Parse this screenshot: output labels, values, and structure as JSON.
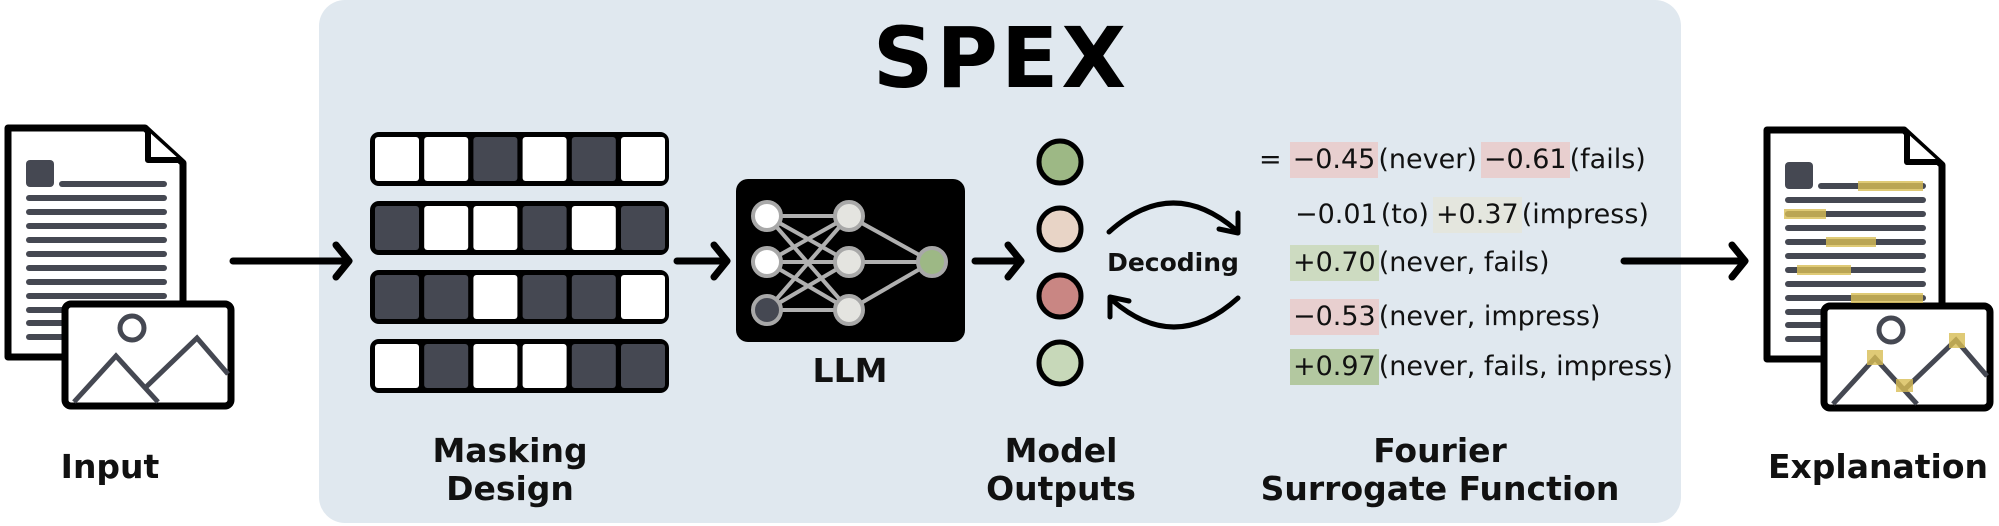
{
  "title": "SPEX",
  "labels": {
    "input": "Input",
    "masking_line1": "Masking",
    "masking_line2": "Design",
    "llm": "LLM",
    "outputs_line1": "Model",
    "outputs_line2": "Outputs",
    "fourier_line1": "Fourier",
    "fourier_line2": "Surrogate Function",
    "explanation": "Explanation",
    "decoding": "Decoding"
  },
  "colors": {
    "panel": "#e0e8ef",
    "mask_dark": "#454852",
    "highlight_neg": "#e8cfcf",
    "highlight_pos": "#cddbc1",
    "highlight_pos_strong": "#b3c8a0",
    "highlight_neutral": "#e4e6de",
    "explain_highlight": "#d8bd55"
  },
  "masks": [
    [
      1,
      1,
      0,
      1,
      0,
      1
    ],
    [
      0,
      1,
      1,
      0,
      1,
      0
    ],
    [
      0,
      0,
      1,
      0,
      0,
      1
    ],
    [
      1,
      0,
      1,
      1,
      0,
      0
    ]
  ],
  "model_outputs": [
    "#9db885",
    "#e8d4c6",
    "#c98683",
    "#c7d8b9"
  ],
  "formula": {
    "equals": "=",
    "rows": [
      {
        "terms": [
          {
            "coef": "−0.45",
            "vars": "(never)",
            "hl": "highlight_neg"
          },
          {
            "coef": "−0.61",
            "vars": "(fails)",
            "hl": "highlight_neg"
          }
        ]
      },
      {
        "terms": [
          {
            "coef": "−0.01",
            "vars": "(to)",
            "hl": ""
          },
          {
            "coef": "+0.37",
            "vars": "(impress)",
            "hl": "highlight_neutral"
          }
        ]
      },
      {
        "terms": [
          {
            "coef": "+0.70",
            "vars": "(never, fails)",
            "hl": "highlight_pos"
          }
        ]
      },
      {
        "terms": [
          {
            "coef": "−0.53",
            "vars": "(never, impress)",
            "hl": "highlight_neg"
          }
        ]
      },
      {
        "terms": [
          {
            "coef": "+0.97",
            "vars": "(never, fails, impress)",
            "hl": "highlight_pos_strong"
          }
        ]
      }
    ]
  }
}
